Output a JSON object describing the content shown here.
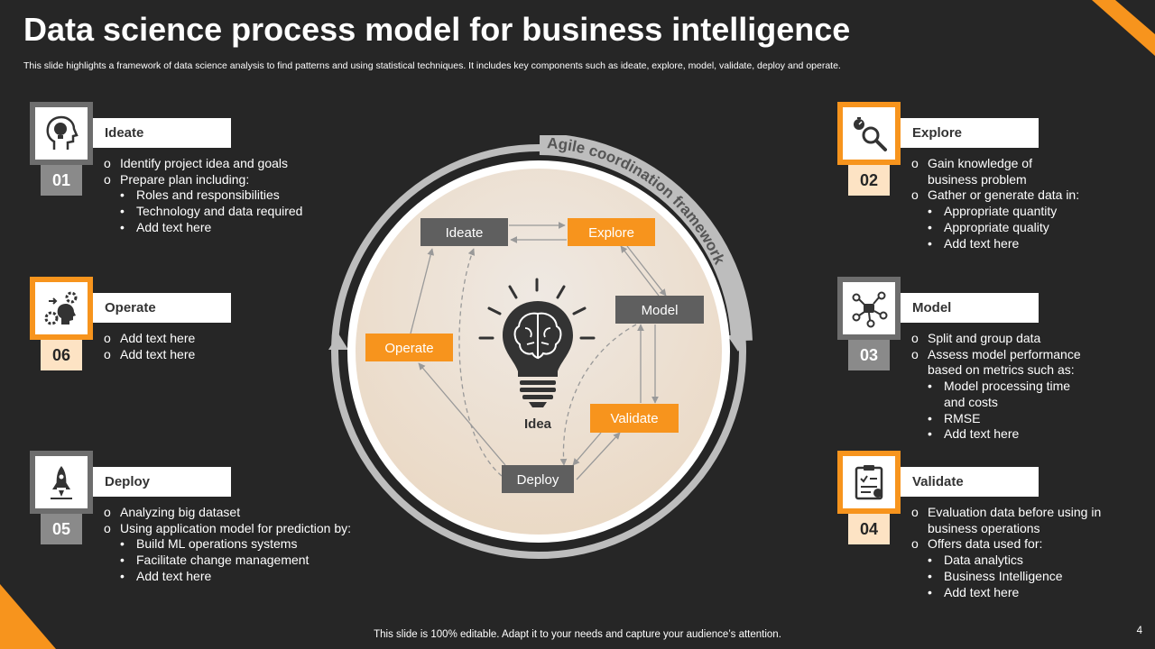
{
  "header": {
    "title": "Data science process model for business intelligence",
    "subtitle": "This slide highlights a framework of data science analysis to find patterns and using statistical techniques. It includes key components such as ideate, explore, model, validate, deploy and operate."
  },
  "colors": {
    "accent": "#f7941d",
    "background": "#262626",
    "gray_box": "#6d6d6d",
    "light_accent": "#fde3c4"
  },
  "cards": {
    "ideate": {
      "number": "01",
      "label": "Ideate",
      "icon": "head-bulb-icon",
      "lines": [
        {
          "marker": "o",
          "text": "Identify project idea and goals"
        },
        {
          "marker": "o",
          "text": "Prepare plan including:"
        },
        {
          "marker": "•",
          "text": "Roles and responsibilities",
          "sub": true
        },
        {
          "marker": "•",
          "text": "Technology and data required",
          "sub": true
        },
        {
          "marker": "•",
          "text": "Add text here",
          "sub": true
        }
      ]
    },
    "operate": {
      "number": "06",
      "label": "Operate",
      "icon": "gears-head-icon",
      "lines": [
        {
          "marker": "o",
          "text": "Add text here"
        },
        {
          "marker": "o",
          "text": "Add text here"
        }
      ]
    },
    "deploy": {
      "number": "05",
      "label": "Deploy",
      "icon": "rocket-icon",
      "lines": [
        {
          "marker": "o",
          "text": "Analyzing big dataset"
        },
        {
          "marker": "o",
          "text": "Using application model for prediction by:"
        },
        {
          "marker": "•",
          "text": "Build ML operations systems",
          "sub": true
        },
        {
          "marker": "•",
          "text": "Facilitate change management",
          "sub": true
        },
        {
          "marker": "•",
          "text": "Add text here",
          "sub": true
        }
      ]
    },
    "explore": {
      "number": "02",
      "label": "Explore",
      "icon": "magnifier-icon",
      "lines": [
        {
          "marker": "o",
          "text": "Gain knowledge of"
        },
        {
          "marker": "",
          "text": "business problem"
        },
        {
          "marker": "o",
          "text": "Gather or generate data in:"
        },
        {
          "marker": "•",
          "text": "Appropriate quantity",
          "sub": true
        },
        {
          "marker": "•",
          "text": "Appropriate quality",
          "sub": true
        },
        {
          "marker": "•",
          "text": "Add text here",
          "sub": true
        }
      ]
    },
    "model": {
      "number": "03",
      "label": "Model",
      "icon": "network-icon",
      "lines": [
        {
          "marker": "o",
          "text": "Split and group data"
        },
        {
          "marker": "o",
          "text": "Assess model performance"
        },
        {
          "marker": "",
          "text": "based on metrics such as:"
        },
        {
          "marker": "•",
          "text": "Model processing time",
          "sub": true
        },
        {
          "marker": "",
          "text": "and costs",
          "sub": true
        },
        {
          "marker": "•",
          "text": "RMSE",
          "sub": true
        },
        {
          "marker": "•",
          "text": "Add text here",
          "sub": true
        }
      ]
    },
    "validate": {
      "number": "04",
      "label": "Validate",
      "icon": "clipboard-icon",
      "lines": [
        {
          "marker": "o",
          "text": "Evaluation data before using in"
        },
        {
          "marker": "",
          "text": "business operations"
        },
        {
          "marker": "o",
          "text": "Offers data used for:"
        },
        {
          "marker": "•",
          "text": "Data analytics",
          "sub": true
        },
        {
          "marker": "•",
          "text": "Business Intelligence",
          "sub": true
        },
        {
          "marker": "•",
          "text": "Add text here",
          "sub": true
        }
      ]
    }
  },
  "diagram": {
    "framework_label": "Agile coordination framework",
    "center_label": "Idea",
    "nodes": {
      "ideate": "Ideate",
      "explore": "Explore",
      "model": "Model",
      "validate": "Validate",
      "deploy": "Deploy",
      "operate": "Operate"
    }
  },
  "footer": {
    "text": "This slide is 100% editable. Adapt it to your needs and capture your audience’s attention.",
    "page_number": "4"
  }
}
